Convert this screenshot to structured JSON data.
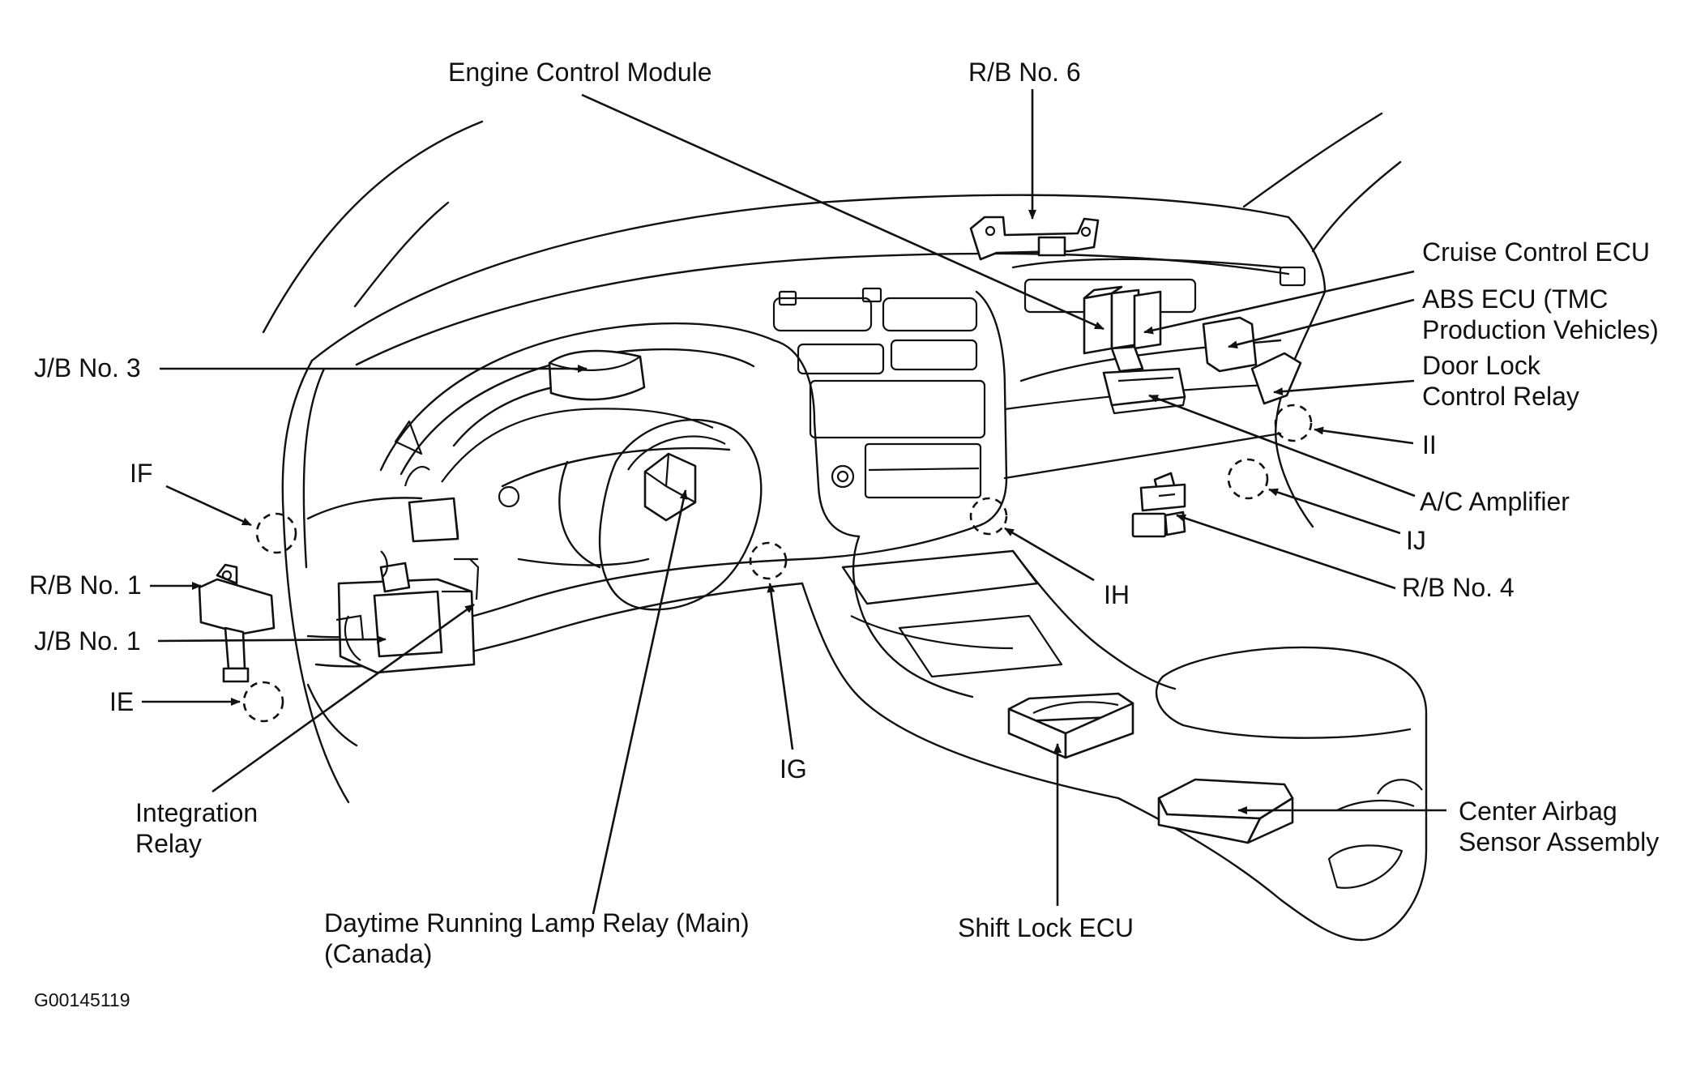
{
  "labels": {
    "engine_control_module": "Engine Control Module",
    "rb_no6": "R/B No. 6",
    "cruise_control_ecu": "Cruise Control ECU",
    "abs_ecu_line1": "ABS ECU (TMC",
    "abs_ecu_line2": "Production Vehicles)",
    "door_lock_line1": "Door Lock",
    "door_lock_line2": "Control Relay",
    "ii": "II",
    "ac_amplifier": "A/C Amplifier",
    "ij": "IJ",
    "rb_no4": "R/B No. 4",
    "ih": "IH",
    "jb_no3": "J/B No. 3",
    "if": "IF",
    "rb_no1": "R/B No. 1",
    "jb_no1": "J/B No. 1",
    "ie": "IE",
    "integration_relay_line1": "Integration",
    "integration_relay_line2": "Relay",
    "ig": "IG",
    "drl_relay_line1": "Daytime Running Lamp Relay (Main)",
    "drl_relay_line2": "(Canada)",
    "shift_lock_ecu": "Shift Lock ECU",
    "center_airbag_line1": "Center Airbag",
    "center_airbag_line2": "Sensor Assembly",
    "figure_code": "G00145119"
  }
}
